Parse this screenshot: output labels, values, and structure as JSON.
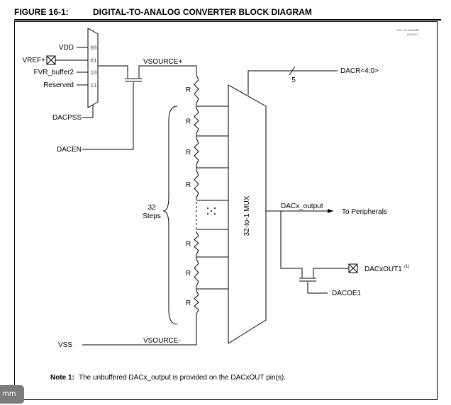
{
  "figure": {
    "number": "FIGURE 16-1:",
    "title": "DIGITAL-TO-ANALOG CONVERTER BLOCK DIAGRAM",
    "revision": "Rev. 10-000026B",
    "revision_date": "8/6/2013"
  },
  "input_mux": {
    "inputs": [
      {
        "label": "VDD",
        "code": "00"
      },
      {
        "label": "VREF+",
        "code": "01"
      },
      {
        "label": "FVR_buffer2",
        "code": "10"
      },
      {
        "label": "Reserved",
        "code": "11"
      }
    ],
    "select_label": "DACPSS"
  },
  "enable_label": "DACEN",
  "source_plus_label": "VSOURCE+",
  "source_minus_label": "VSOURCE-",
  "vss_label": "VSS",
  "resistor_label": "R",
  "steps_label": {
    "count": "32",
    "unit": "Steps"
  },
  "mux_label": "32-to-1 MUX",
  "dacr_label": "DACR<4:0>",
  "bus_width": "5",
  "output_label": "DACx_output",
  "peripherals_label": "To Peripherals",
  "pin_label": "DACxOUT1",
  "pin_footnote": "(1)",
  "output_enable_label": "DACOE1",
  "note": {
    "prefix": "Note 1:",
    "text": "The unbuffered DACx_output is provided on the DACxOUT pin(s)."
  },
  "badge": "mm"
}
